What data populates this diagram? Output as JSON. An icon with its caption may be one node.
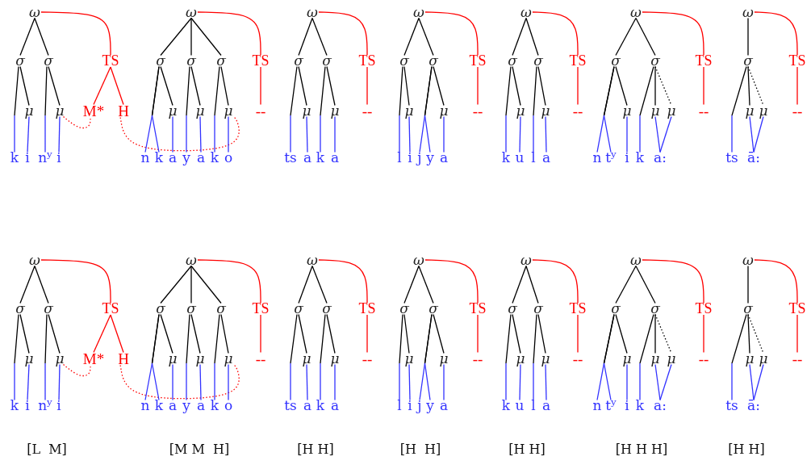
{
  "diagram": {
    "nodes": [
      {
        "text": [
          "ω"
        ]
      },
      {
        "text": [
          "σ"
        ]
      },
      {
        "text": [
          "σ"
        ]
      },
      {
        "text": [
          "TS"
        ]
      },
      {
        "text": [
          "μ"
        ]
      },
      {
        "text": [
          "μ"
        ]
      },
      {
        "text": [
          "M*"
        ]
      },
      {
        "text": [
          "H"
        ]
      },
      {
        "text": [
          "k"
        ]
      },
      {
        "text": [
          "i"
        ]
      },
      {
        "text": [
          "n$^{y}$"
        ]
      },
      {
        "text": [
          "i"
        ]
      },
      {
        "text": [
          "ω"
        ]
      },
      {
        "text": [
          "σ"
        ]
      },
      {
        "text": [
          "σ"
        ]
      },
      {
        "text": [
          "σ"
        ]
      },
      {
        "text": [
          "TS"
        ]
      },
      {
        "text": [
          "μ"
        ]
      },
      {
        "text": [
          "μ"
        ]
      },
      {
        "text": [
          "μ"
        ]
      },
      {
        "text": [
          "--"
        ]
      },
      {
        "text": [
          "n"
        ]
      },
      {
        "text": [
          "k"
        ]
      },
      {
        "text": [
          "a"
        ]
      },
      {
        "text": [
          "y"
        ]
      },
      {
        "text": [
          "a"
        ]
      },
      {
        "text": [
          "k"
        ]
      },
      {
        "text": [
          "o"
        ]
      },
      {
        "text": [
          "ω"
        ]
      },
      {
        "text": [
          "σ"
        ]
      },
      {
        "text": [
          "σ"
        ]
      },
      {
        "text": [
          "TS"
        ]
      },
      {
        "text": [
          "μ"
        ]
      },
      {
        "text": [
          "μ"
        ]
      },
      {
        "text": [
          "--"
        ]
      },
      {
        "text": [
          "ts"
        ]
      },
      {
        "text": [
          "a"
        ]
      },
      {
        "text": [
          "k"
        ]
      },
      {
        "text": [
          "a"
        ]
      },
      {
        "text": [
          "ω"
        ]
      },
      {
        "text": [
          "σ"
        ]
      },
      {
        "text": [
          "σ"
        ]
      },
      {
        "text": [
          "TS"
        ]
      },
      {
        "text": [
          "μ"
        ]
      },
      {
        "text": [
          "μ"
        ]
      },
      {
        "text": [
          "--"
        ]
      },
      {
        "text": [
          "l"
        ]
      },
      {
        "text": [
          "i"
        ]
      },
      {
        "text": [
          "j"
        ]
      },
      {
        "text": [
          "y"
        ]
      },
      {
        "text": [
          "a"
        ]
      },
      {
        "text": [
          "ω"
        ]
      },
      {
        "text": [
          "σ"
        ]
      },
      {
        "text": [
          "σ"
        ]
      },
      {
        "text": [
          "TS"
        ]
      },
      {
        "text": [
          "μ"
        ]
      },
      {
        "text": [
          "μ"
        ]
      },
      {
        "text": [
          "--"
        ]
      },
      {
        "text": [
          "k"
        ]
      },
      {
        "text": [
          "u"
        ]
      },
      {
        "text": [
          "l"
        ]
      },
      {
        "text": [
          "a"
        ]
      },
      {
        "text": [
          "ω"
        ]
      },
      {
        "text": [
          "σ"
        ]
      },
      {
        "text": [
          "σ"
        ]
      },
      {
        "text": [
          "TS"
        ]
      },
      {
        "text": [
          "μ"
        ]
      },
      {
        "text": [
          "μ"
        ]
      },
      {
        "text": [
          "μ"
        ]
      },
      {
        "text": [
          "--"
        ]
      },
      {
        "text": [
          "n"
        ]
      },
      {
        "text": [
          "t$^{y}$"
        ]
      },
      {
        "text": [
          "i"
        ]
      },
      {
        "text": [
          "k"
        ]
      },
      {
        "text": [
          "a:"
        ]
      },
      {
        "text": [
          "ω"
        ]
      },
      {
        "text": [
          "σ"
        ]
      },
      {
        "text": [
          "TS"
        ]
      },
      {
        "text": [
          "μ"
        ]
      },
      {
        "text": [
          "μ"
        ]
      },
      {
        "text": [
          "--"
        ]
      },
      {
        "text": [
          "ts"
        ]
      },
      {
        "text": [
          "ā:"
        ]
      },
      {
        "text": [
          "ω"
        ]
      },
      {
        "text": [
          "σ"
        ]
      },
      {
        "text": [
          "σ"
        ]
      },
      {
        "text": [
          "TS"
        ]
      },
      {
        "text": [
          "μ"
        ]
      },
      {
        "text": [
          "μ"
        ]
      },
      {
        "text": [
          "M*"
        ]
      },
      {
        "text": [
          "H"
        ]
      },
      {
        "text": [
          "k"
        ]
      },
      {
        "text": [
          "i"
        ]
      },
      {
        "text": [
          "n$^{y}$"
        ]
      },
      {
        "text": [
          "i"
        ]
      },
      {
        "text": [
          "ω"
        ]
      },
      {
        "text": [
          "σ"
        ]
      },
      {
        "text": [
          "σ"
        ]
      },
      {
        "text": [
          "σ"
        ]
      },
      {
        "text": [
          "TS"
        ]
      },
      {
        "text": [
          "μ"
        ]
      },
      {
        "text": [
          "μ"
        ]
      },
      {
        "text": [
          "μ"
        ]
      },
      {
        "text": [
          "--"
        ]
      },
      {
        "text": [
          "n"
        ]
      },
      {
        "text": [
          "k"
        ]
      },
      {
        "text": [
          "a"
        ]
      },
      {
        "text": [
          "y"
        ]
      },
      {
        "text": [
          "a"
        ]
      },
      {
        "text": [
          "k"
        ]
      },
      {
        "text": [
          "o"
        ]
      },
      {
        "text": [
          "ω"
        ]
      },
      {
        "text": [
          "σ"
        ]
      },
      {
        "text": [
          "σ"
        ]
      },
      {
        "text": [
          "TS"
        ]
      },
      {
        "text": [
          "μ"
        ]
      },
      {
        "text": [
          "μ"
        ]
      },
      {
        "text": [
          "--"
        ]
      },
      {
        "text": [
          "ts"
        ]
      },
      {
        "text": [
          "a"
        ]
      },
      {
        "text": [
          "k"
        ]
      },
      {
        "text": [
          "a"
        ]
      },
      {
        "text": [
          "ω"
        ]
      },
      {
        "text": [
          "σ"
        ]
      },
      {
        "text": [
          "σ"
        ]
      },
      {
        "text": [
          "TS"
        ]
      },
      {
        "text": [
          "μ"
        ]
      },
      {
        "text": [
          "μ"
        ]
      },
      {
        "text": [
          "--"
        ]
      },
      {
        "text": [
          "l"
        ]
      },
      {
        "text": [
          "i"
        ]
      },
      {
        "text": [
          "j"
        ]
      },
      {
        "text": [
          "y"
        ]
      },
      {
        "text": [
          "a"
        ]
      },
      {
        "text": [
          "ω"
        ]
      },
      {
        "text": [
          "σ"
        ]
      },
      {
        "text": [
          "σ"
        ]
      },
      {
        "text": [
          "TS"
        ]
      },
      {
        "text": [
          "μ"
        ]
      },
      {
        "text": [
          "μ"
        ]
      },
      {
        "text": [
          "--"
        ]
      },
      {
        "text": [
          "k"
        ]
      },
      {
        "text": [
          "u"
        ]
      },
      {
        "text": [
          "l"
        ]
      },
      {
        "text": [
          "a"
        ]
      },
      {
        "text": [
          "ω"
        ]
      },
      {
        "text": [
          "σ"
        ]
      },
      {
        "text": [
          "σ"
        ]
      },
      {
        "text": [
          "TS"
        ]
      },
      {
        "text": [
          "μ"
        ]
      },
      {
        "text": [
          "μ"
        ]
      },
      {
        "text": [
          "μ"
        ]
      },
      {
        "text": [
          "--"
        ]
      },
      {
        "text": [
          "n"
        ]
      },
      {
        "text": [
          "t$^{y}$"
        ]
      },
      {
        "text": [
          "i"
        ]
      },
      {
        "text": [
          "k"
        ]
      },
      {
        "text": [
          "a:"
        ]
      },
      {
        "text": [
          "ω"
        ]
      },
      {
        "text": [
          "σ"
        ]
      },
      {
        "text": [
          "TS"
        ]
      },
      {
        "text": [
          "μ"
        ]
      },
      {
        "text": [
          "μ"
        ]
      },
      {
        "text": [
          "--"
        ]
      },
      {
        "text": [
          "ts"
        ]
      },
      {
        "text": [
          "ā:"
        ]
      }
    ],
    "edges": [
      {
        "from": 0,
        "to": 1,
        "arrow": "none"
      },
      {
        "from": 0,
        "to": 2,
        "arrow": "none"
      },
      {
        "from": 0,
        "to": 3,
        "arrow": "none",
        "color": "#ff0000"
      },
      {
        "from": 1,
        "to": 8,
        "arrow": "none",
        "color": "#3333ff"
      },
      {
        "from": 1,
        "to": 4,
        "arrow": "none"
      },
      {
        "from": 4,
        "to": 9,
        "arrow": "none",
        "color": "#3333ff"
      },
      {
        "from": 2,
        "to": 10,
        "arrow": "none",
        "color": "#3333ff"
      },
      {
        "from": 2,
        "to": 5,
        "arrow": "none"
      },
      {
        "from": 5,
        "to": 11,
        "arrow": "none",
        "color": "#3333ff"
      },
      {
        "from": 3,
        "to": 6,
        "arrow": "none",
        "color": "#ff0000"
      },
      {
        "from": 3,
        "to": 7,
        "arrow": "none",
        "color": "#ff0000"
      },
      {
        "from": 5,
        "to": 6,
        "arrow": "none",
        "color": "#ff0000",
        "style": "dashed"
      },
      {
        "from": 7,
        "to": 19,
        "arrow": "none",
        "color": "#ff0000",
        "style": "dashed"
      },
      {
        "from": 12,
        "to": 13,
        "arrow": "none"
      },
      {
        "from": 12,
        "to": 14,
        "arrow": "none"
      },
      {
        "from": 12,
        "to": 15,
        "arrow": "none"
      },
      {
        "from": 12,
        "to": 16,
        "arrow": "none",
        "color": "#ff0000"
      },
      {
        "from": 16,
        "to": 20,
        "arrow": "none",
        "color": "#ff0000"
      },
      {
        "from": 13,
        "to": 21,
        "arrow": "none",
        "color": "#3333ff"
      },
      {
        "from": 13,
        "to": 22,
        "arrow": "none",
        "color": "#3333ff"
      },
      {
        "from": 13,
        "to": 17,
        "arrow": "none"
      },
      {
        "from": 17,
        "to": 23,
        "arrow": "none",
        "color": "#3333ff"
      },
      {
        "from": 14,
        "to": 24,
        "arrow": "none",
        "color": "#3333ff"
      },
      {
        "from": 14,
        "to": 18,
        "arrow": "none"
      },
      {
        "from": 18,
        "to": 25,
        "arrow": "none",
        "color": "#3333ff"
      },
      {
        "from": 15,
        "to": 26,
        "arrow": "none",
        "color": "#3333ff"
      },
      {
        "from": 15,
        "to": 19,
        "arrow": "none"
      },
      {
        "from": 19,
        "to": 27,
        "arrow": "none",
        "color": "#3333ff"
      },
      {
        "from": 28,
        "to": 29,
        "arrow": "none"
      },
      {
        "from": 28,
        "to": 30,
        "arrow": "none"
      },
      {
        "from": 28,
        "to": 31,
        "arrow": "none",
        "color": "#ff0000"
      },
      {
        "from": 31,
        "to": 34,
        "arrow": "none",
        "color": "#ff0000"
      },
      {
        "from": 29,
        "to": 35,
        "arrow": "none",
        "color": "#3333ff"
      },
      {
        "from": 29,
        "to": 32,
        "arrow": "none"
      },
      {
        "from": 32,
        "to": 36,
        "arrow": "none",
        "color": "#3333ff"
      },
      {
        "from": 30,
        "to": 37,
        "arrow": "none",
        "color": "#3333ff"
      },
      {
        "from": 30,
        "to": 33,
        "arrow": "none"
      },
      {
        "from": 33,
        "to": 38,
        "arrow": "none",
        "color": "#3333ff"
      },
      {
        "from": 39,
        "to": 40,
        "arrow": "none"
      },
      {
        "from": 39,
        "to": 41,
        "arrow": "none"
      },
      {
        "from": 39,
        "to": 42,
        "arrow": "none",
        "color": "#ff0000"
      },
      {
        "from": 42,
        "to": 45,
        "arrow": "none",
        "color": "#ff0000"
      },
      {
        "from": 40,
        "to": 46,
        "arrow": "none",
        "color": "#3333ff"
      },
      {
        "from": 40,
        "to": 43,
        "arrow": "none"
      },
      {
        "from": 43,
        "to": 47,
        "arrow": "none",
        "color": "#3333ff"
      },
      {
        "from": 41,
        "to": 48,
        "arrow": "none",
        "color": "#3333ff"
      },
      {
        "from": 41,
        "to": 49,
        "arrow": "none",
        "color": "#3333ff"
      },
      {
        "from": 41,
        "to": 44,
        "arrow": "none"
      },
      {
        "from": 44,
        "to": 50,
        "arrow": "none",
        "color": "#3333ff"
      },
      {
        "from": 51,
        "to": 52,
        "arrow": "none"
      },
      {
        "from": 51,
        "to": 53,
        "arrow": "none"
      },
      {
        "from": 51,
        "to": 54,
        "arrow": "none",
        "color": "#ff0000"
      },
      {
        "from": 54,
        "to": 57,
        "arrow": "none",
        "color": "#ff0000"
      },
      {
        "from": 52,
        "to": 58,
        "arrow": "none",
        "color": "#3333ff"
      },
      {
        "from": 52,
        "to": 55,
        "arrow": "none"
      },
      {
        "from": 55,
        "to": 59,
        "arrow": "none",
        "color": "#3333ff"
      },
      {
        "from": 53,
        "to": 60,
        "arrow": "none",
        "color": "#3333ff"
      },
      {
        "from": 53,
        "to": 56,
        "arrow": "none"
      },
      {
        "from": 56,
        "to": 61,
        "arrow": "none",
        "color": "#3333ff"
      },
      {
        "from": 62,
        "to": 63,
        "arrow": "none"
      },
      {
        "from": 62,
        "to": 64,
        "arrow": "none"
      },
      {
        "from": 62,
        "to": 65,
        "arrow": "none",
        "color": "#ff0000"
      },
      {
        "from": 65,
        "to": 69,
        "arrow": "none",
        "color": "#ff0000"
      },
      {
        "from": 63,
        "to": 70,
        "arrow": "none",
        "color": "#3333ff"
      },
      {
        "from": 63,
        "to": 71,
        "arrow": "none",
        "color": "#3333ff"
      },
      {
        "from": 63,
        "to": 66,
        "arrow": "none"
      },
      {
        "from": 66,
        "to": 72,
        "arrow": "none",
        "color": "#3333ff"
      },
      {
        "from": 64,
        "to": 73,
        "arrow": "none",
        "color": "#3333ff"
      },
      {
        "from": 64,
        "to": 67,
        "arrow": "none"
      },
      {
        "from": 64,
        "to": 68,
        "arrow": "none",
        "style": "dashed"
      },
      {
        "from": 67,
        "to": 74,
        "arrow": "none",
        "color": "#3333ff"
      },
      {
        "from": 68,
        "to": 74,
        "arrow": "none",
        "color": "#3333ff"
      },
      {
        "from": 75,
        "to": 76,
        "arrow": "none"
      },
      {
        "from": 75,
        "to": 77,
        "arrow": "none",
        "color": "#ff0000"
      },
      {
        "from": 77,
        "to": 80,
        "arrow": "none",
        "color": "#ff0000"
      },
      {
        "from": 76,
        "to": 81,
        "arrow": "none",
        "color": "#3333ff"
      },
      {
        "from": 76,
        "to": 78,
        "arrow": "none"
      },
      {
        "from": 76,
        "to": 79,
        "arrow": "none",
        "style": "dashed"
      },
      {
        "from": 78,
        "to": 82,
        "arrow": "none",
        "color": "#3333ff"
      },
      {
        "from": 79,
        "to": 82,
        "arrow": "none",
        "color": "#3333ff"
      },
      {
        "from": 83,
        "to": 84,
        "arrow": "none"
      },
      {
        "from": 83,
        "to": 85,
        "arrow": "none"
      },
      {
        "from": 83,
        "to": 86,
        "arrow": "none",
        "color": "#ff0000"
      },
      {
        "from": 84,
        "to": 91,
        "arrow": "none",
        "color": "#3333ff"
      },
      {
        "from": 84,
        "to": 87,
        "arrow": "none"
      },
      {
        "from": 87,
        "to": 92,
        "arrow": "none",
        "color": "#3333ff"
      },
      {
        "from": 85,
        "to": 93,
        "arrow": "none",
        "color": "#3333ff"
      },
      {
        "from": 85,
        "to": 88,
        "arrow": "none"
      },
      {
        "from": 88,
        "to": 94,
        "arrow": "none",
        "color": "#3333ff"
      },
      {
        "from": 86,
        "to": 89,
        "arrow": "none",
        "color": "#ff0000"
      },
      {
        "from": 86,
        "to": 90,
        "arrow": "none",
        "color": "#ff0000"
      },
      {
        "from": 88,
        "to": 89,
        "arrow": "none",
        "color": "#ff0000",
        "style": "dashed"
      },
      {
        "from": 90,
        "to": 102,
        "arrow": "none",
        "color": "#ff0000",
        "style": "dashed"
      },
      {
        "from": 95,
        "to": 96,
        "arrow": "none"
      },
      {
        "from": 95,
        "to": 97,
        "arrow": "none"
      },
      {
        "from": 95,
        "to": 98,
        "arrow": "none"
      },
      {
        "from": 95,
        "to": 99,
        "arrow": "none",
        "color": "#ff0000"
      },
      {
        "from": 99,
        "to": 103,
        "arrow": "none",
        "color": "#ff0000"
      },
      {
        "from": 96,
        "to": 104,
        "arrow": "none",
        "color": "#3333ff"
      },
      {
        "from": 96,
        "to": 105,
        "arrow": "none",
        "color": "#3333ff"
      },
      {
        "from": 96,
        "to": 100,
        "arrow": "none"
      },
      {
        "from": 100,
        "to": 106,
        "arrow": "none",
        "color": "#3333ff"
      },
      {
        "from": 97,
        "to": 107,
        "arrow": "none",
        "color": "#3333ff"
      },
      {
        "from": 97,
        "to": 101,
        "arrow": "none"
      },
      {
        "from": 101,
        "to": 108,
        "arrow": "none",
        "color": "#3333ff"
      },
      {
        "from": 98,
        "to": 109,
        "arrow": "none",
        "color": "#3333ff"
      },
      {
        "from": 98,
        "to": 102,
        "arrow": "none"
      },
      {
        "from": 102,
        "to": 110,
        "arrow": "none",
        "color": "#3333ff"
      },
      {
        "from": 111,
        "to": 112,
        "arrow": "none"
      },
      {
        "from": 111,
        "to": 113,
        "arrow": "none"
      },
      {
        "from": 111,
        "to": 114,
        "arrow": "none",
        "color": "#ff0000"
      },
      {
        "from": 114,
        "to": 117,
        "arrow": "none",
        "color": "#ff0000"
      },
      {
        "from": 112,
        "to": 118,
        "arrow": "none",
        "color": "#3333ff"
      },
      {
        "from": 112,
        "to": 115,
        "arrow": "none"
      },
      {
        "from": 115,
        "to": 119,
        "arrow": "none",
        "color": "#3333ff"
      },
      {
        "from": 113,
        "to": 120,
        "arrow": "none",
        "color": "#3333ff"
      },
      {
        "from": 113,
        "to": 116,
        "arrow": "none"
      },
      {
        "from": 116,
        "to": 121,
        "arrow": "none",
        "color": "#3333ff"
      },
      {
        "from": 122,
        "to": 123,
        "arrow": "none"
      },
      {
        "from": 122,
        "to": 124,
        "arrow": "none"
      },
      {
        "from": 122,
        "to": 125,
        "arrow": "none",
        "color": "#ff0000"
      },
      {
        "from": 125,
        "to": 128,
        "arrow": "none",
        "color": "#ff0000"
      },
      {
        "from": 123,
        "to": 129,
        "arrow": "none",
        "color": "#3333ff"
      },
      {
        "from": 123,
        "to": 126,
        "arrow": "none"
      },
      {
        "from": 126,
        "to": 130,
        "arrow": "none",
        "color": "#3333ff"
      },
      {
        "from": 124,
        "to": 131,
        "arrow": "none",
        "color": "#3333ff"
      },
      {
        "from": 124,
        "to": 132,
        "arrow": "none",
        "color": "#3333ff"
      },
      {
        "from": 124,
        "to": 127,
        "arrow": "none"
      },
      {
        "from": 127,
        "to": 133,
        "arrow": "none",
        "color": "#3333ff"
      },
      {
        "from": 134,
        "to": 135,
        "arrow": "none"
      },
      {
        "from": 134,
        "to": 136,
        "arrow": "none"
      },
      {
        "from": 134,
        "to": 137,
        "arrow": "none",
        "color": "#ff0000"
      },
      {
        "from": 137,
        "to": 140,
        "arrow": "none",
        "color": "#ff0000"
      },
      {
        "from": 135,
        "to": 141,
        "arrow": "none",
        "color": "#3333ff"
      },
      {
        "from": 135,
        "to": 138,
        "arrow": "none"
      },
      {
        "from": 138,
        "to": 142,
        "arrow": "none",
        "color": "#3333ff"
      },
      {
        "from": 136,
        "to": 143,
        "arrow": "none",
        "color": "#3333ff"
      },
      {
        "from": 136,
        "to": 139,
        "arrow": "none"
      },
      {
        "from": 139,
        "to": 144,
        "arrow": "none",
        "color": "#3333ff"
      },
      {
        "from": 145,
        "to": 146,
        "arrow": "none"
      },
      {
        "from": 145,
        "to": 147,
        "arrow": "none"
      },
      {
        "from": 145,
        "to": 148,
        "arrow": "none",
        "color": "#ff0000"
      },
      {
        "from": 148,
        "to": 152,
        "arrow": "none",
        "color": "#ff0000"
      },
      {
        "from": 146,
        "to": 153,
        "arrow": "none",
        "color": "#3333ff"
      },
      {
        "from": 146,
        "to": 154,
        "arrow": "none",
        "color": "#3333ff"
      },
      {
        "from": 146,
        "to": 149,
        "arrow": "none"
      },
      {
        "from": 149,
        "to": 155,
        "arrow": "none",
        "color": "#3333ff"
      },
      {
        "from": 147,
        "to": 156,
        "arrow": "none",
        "color": "#3333ff"
      },
      {
        "from": 147,
        "to": 150,
        "arrow": "none"
      },
      {
        "from": 147,
        "to": 151,
        "arrow": "none",
        "style": "dashed"
      },
      {
        "from": 150,
        "to": 157,
        "arrow": "none",
        "color": "#3333ff"
      },
      {
        "from": 151,
        "to": 157,
        "arrow": "none",
        "color": "#3333ff"
      },
      {
        "from": 158,
        "to": 159,
        "arrow": "none"
      },
      {
        "from": 158,
        "to": 160,
        "arrow": "none",
        "color": "#ff0000"
      },
      {
        "from": 160,
        "to": 163,
        "arrow": "none",
        "color": "#ff0000"
      },
      {
        "from": 159,
        "to": 164,
        "arrow": "none",
        "color": "#3333ff"
      },
      {
        "from": 159,
        "to": 161,
        "arrow": "none"
      },
      {
        "from": 159,
        "to": 162,
        "arrow": "none",
        "style": "dashed"
      },
      {
        "from": 161,
        "to": 165,
        "arrow": "none",
        "color": "#3333ff"
      },
      {
        "from": 162,
        "to": 165,
        "arrow": "none",
        "color": "#3333ff"
      }
    ],
    "labels": [
      "[L  M]",
      "[M M  H]",
      "[H H]",
      "[H  H]",
      "[H H]",
      "[H H H]",
      "[H H]"
    ]
  }
}
